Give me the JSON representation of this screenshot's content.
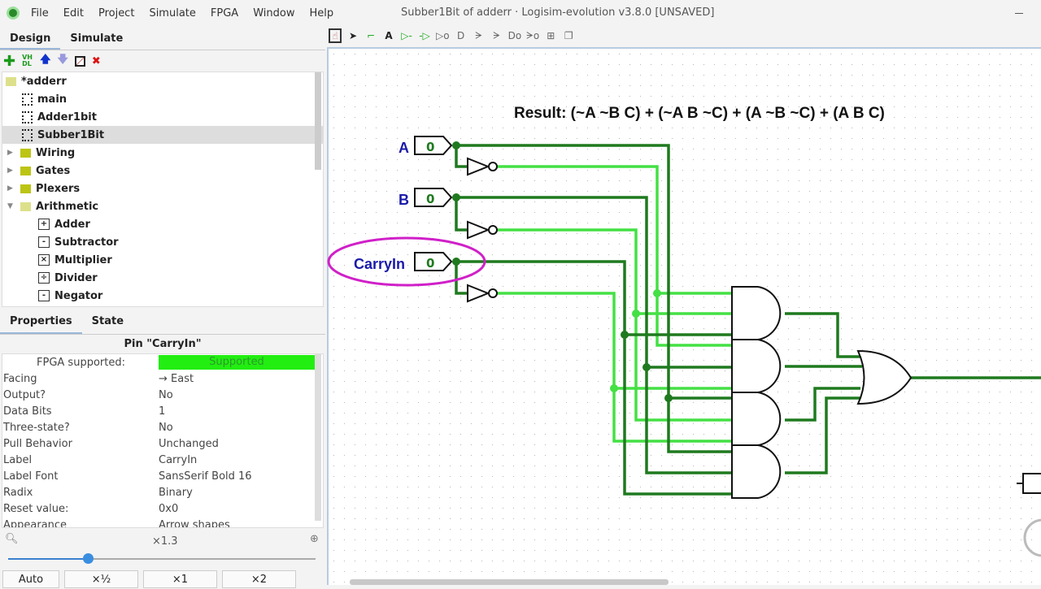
{
  "window": {
    "title": "Subber1Bit of adderr · Logisim-evolution v3.8.0 [UNSAVED]"
  },
  "menu": [
    "File",
    "Edit",
    "Project",
    "Simulate",
    "FPGA",
    "Window",
    "Help"
  ],
  "panel_tabs": [
    "Design",
    "Simulate"
  ],
  "explorer_toolbar": {
    "vhdl": "VH DL"
  },
  "tree": {
    "root": "*adderr",
    "circuits": [
      "main",
      "Adder1bit",
      "Subber1Bit"
    ],
    "selected": "Subber1Bit",
    "folders": [
      "Wiring",
      "Gates",
      "Plexers",
      "Arithmetic"
    ],
    "arithmetic": [
      {
        "label": "Adder",
        "glyph": "+"
      },
      {
        "label": "Subtractor",
        "glyph": "-"
      },
      {
        "label": "Multiplier",
        "glyph": "×"
      },
      {
        "label": "Divider",
        "glyph": "÷"
      },
      {
        "label": "Negator",
        "glyph": "-"
      }
    ]
  },
  "props_tabs": [
    "Properties",
    "State"
  ],
  "props_title": "Pin \"CarryIn\"",
  "props": {
    "fpga_label": "FPGA supported:",
    "fpga_value": "Supported",
    "fpga_color": "#22ee11",
    "rows": [
      [
        "Facing",
        "→ East"
      ],
      [
        "Output?",
        "No"
      ],
      [
        "Data Bits",
        "1"
      ],
      [
        "Three-state?",
        "No"
      ],
      [
        "Pull Behavior",
        "Unchanged"
      ],
      [
        "Label",
        "CarryIn"
      ],
      [
        "Label Font",
        "SansSerif Bold 16"
      ],
      [
        "Radix",
        "Binary"
      ],
      [
        "Reset value:",
        "0x0"
      ],
      [
        "Appearance",
        "Arrow shapes"
      ]
    ]
  },
  "zoom": {
    "value": "×1.3",
    "slider_percent": 26,
    "buttons": [
      "Auto",
      "×½",
      "×1",
      "×2"
    ]
  },
  "circuit": {
    "result_label": "Result: (~A ~B C) + (~A B ~C) + (A ~B ~C) + (A B C)",
    "pins": [
      {
        "label": "A",
        "value": "0"
      },
      {
        "label": "B",
        "value": "0"
      },
      {
        "label": "CarryIn",
        "value": "0"
      }
    ],
    "colors": {
      "wire_low": "#1f7a1f",
      "wire_high": "#44e044",
      "label": "#1a1aaa",
      "highlight": "#d020c8"
    }
  }
}
